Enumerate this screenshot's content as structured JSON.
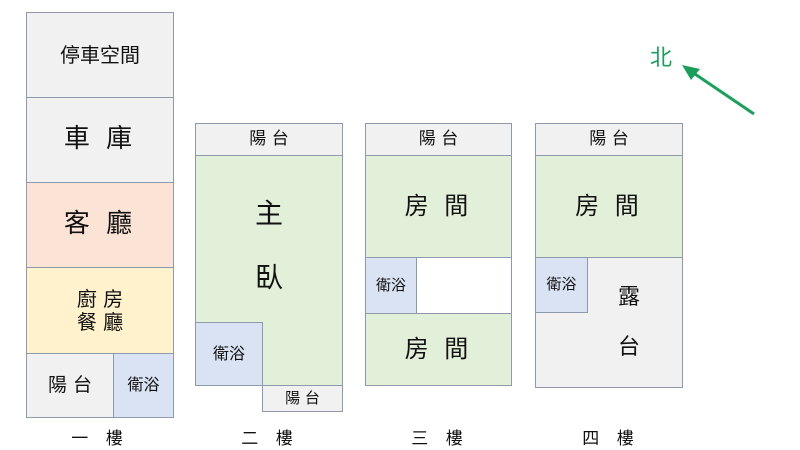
{
  "floors": {
    "f1": {
      "label": "一 樓",
      "parking": "停車空間",
      "garage": "車 庫",
      "living": "客 廳",
      "kitchen_dining": "廚 房\n餐 廳",
      "balcony": "陽 台",
      "bath": "衛浴"
    },
    "f2": {
      "label": "二 樓",
      "balcony_top": "陽 台",
      "master": "主\n\n臥",
      "bath": "衛浴",
      "balcony_bottom": "陽 台"
    },
    "f3": {
      "label": "三 樓",
      "balcony": "陽 台",
      "room_top": "房 間",
      "bath": "衛浴",
      "room_bottom": "房 間"
    },
    "f4": {
      "label": "四 樓",
      "balcony": "陽 台",
      "room": "房 間",
      "bath": "衛浴",
      "terrace": "露\n\n台"
    }
  },
  "compass": {
    "label": "北"
  },
  "colors": {
    "border": "#8e9aab",
    "grey": "#f1f1f1",
    "peach": "#fbe4d6",
    "cream": "#fff2cc",
    "green": "#e2efd9",
    "blue": "#dae3f3",
    "north": "#1aa05a"
  }
}
